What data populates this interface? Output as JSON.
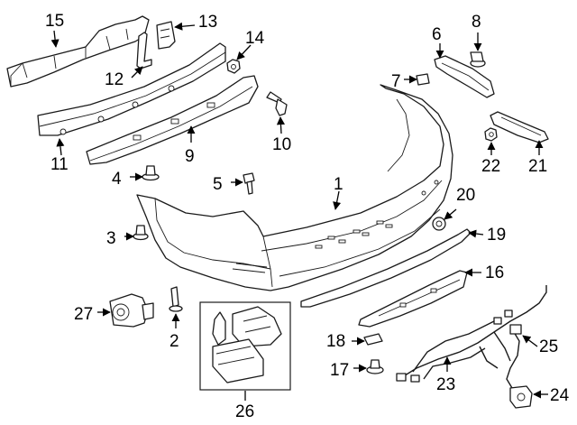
{
  "callouts": [
    {
      "id": "1",
      "label": "1"
    },
    {
      "id": "2",
      "label": "2"
    },
    {
      "id": "3",
      "label": "3"
    },
    {
      "id": "4",
      "label": "4"
    },
    {
      "id": "5",
      "label": "5"
    },
    {
      "id": "6",
      "label": "6"
    },
    {
      "id": "7",
      "label": "7"
    },
    {
      "id": "8",
      "label": "8"
    },
    {
      "id": "9",
      "label": "9"
    },
    {
      "id": "10",
      "label": "10"
    },
    {
      "id": "11",
      "label": "11"
    },
    {
      "id": "12",
      "label": "12"
    },
    {
      "id": "13",
      "label": "13"
    },
    {
      "id": "14",
      "label": "14"
    },
    {
      "id": "15",
      "label": "15"
    },
    {
      "id": "16",
      "label": "16"
    },
    {
      "id": "17",
      "label": "17"
    },
    {
      "id": "18",
      "label": "18"
    },
    {
      "id": "19",
      "label": "19"
    },
    {
      "id": "20",
      "label": "20"
    },
    {
      "id": "21",
      "label": "21"
    },
    {
      "id": "22",
      "label": "22"
    },
    {
      "id": "23",
      "label": "23"
    },
    {
      "id": "24",
      "label": "24"
    },
    {
      "id": "25",
      "label": "25"
    },
    {
      "id": "26",
      "label": "26"
    },
    {
      "id": "27",
      "label": "27"
    }
  ],
  "colors": {
    "line": "#1a1a1a",
    "background": "#ffffff"
  }
}
